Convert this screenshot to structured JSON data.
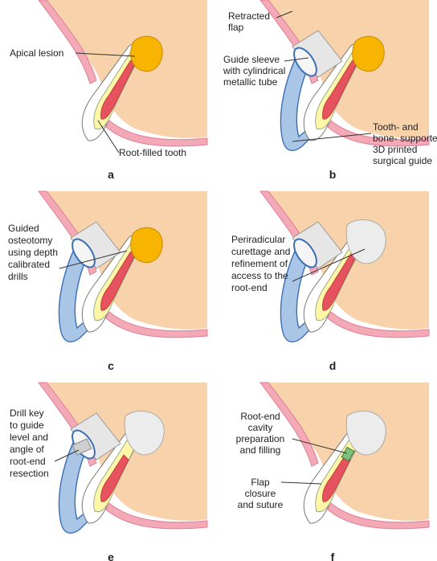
{
  "colors": {
    "bone": "#f7d2aa",
    "gingiva": "#f3a9b6",
    "gingiva_line": "#e07d95",
    "root_canal": "#e7525f",
    "root_dentin": "#fff6a8",
    "enamel": "#ffffff",
    "lesion": "#f7b400",
    "guide": "#a9c6e7",
    "guide_line": "#3b6fb5",
    "sleeve": "#e6e6e6",
    "cavity": "#ececec"
  },
  "panels": {
    "a": {
      "letter": "a",
      "labels": {
        "apical_lesion": "Apical lesion",
        "root_filled_tooth": "Root-filled tooth"
      }
    },
    "b": {
      "letter": "b",
      "labels": {
        "retracted_flap": [
          "Retracted",
          "flap"
        ],
        "guide_sleeve": [
          "Guide sleeve",
          "with cylindrical",
          "metallic tube"
        ],
        "surgical_guide": [
          "Tooth- and",
          "bone- supported",
          "3D printed",
          "surgical guide"
        ]
      }
    },
    "c": {
      "letter": "c",
      "labels": {
        "guided_osteotomy": [
          "Guided",
          "osteotomy",
          "using depth",
          "calibrated",
          "drills"
        ]
      }
    },
    "d": {
      "letter": "d",
      "labels": {
        "curettage": [
          "Periradicular",
          "curettage and",
          "refinement of",
          "access to the",
          "root-end"
        ]
      }
    },
    "e": {
      "letter": "e",
      "labels": {
        "drill_key": [
          "Drill key",
          "to guide",
          "level and",
          "angle of",
          "root-end",
          "resection"
        ]
      }
    },
    "f": {
      "letter": "f",
      "labels": {
        "root_end_cavity": [
          "Root-end",
          "cavity",
          "preparation",
          "and filling"
        ],
        "flap_closure": [
          "Flap",
          "closure",
          "and suture"
        ]
      }
    }
  }
}
